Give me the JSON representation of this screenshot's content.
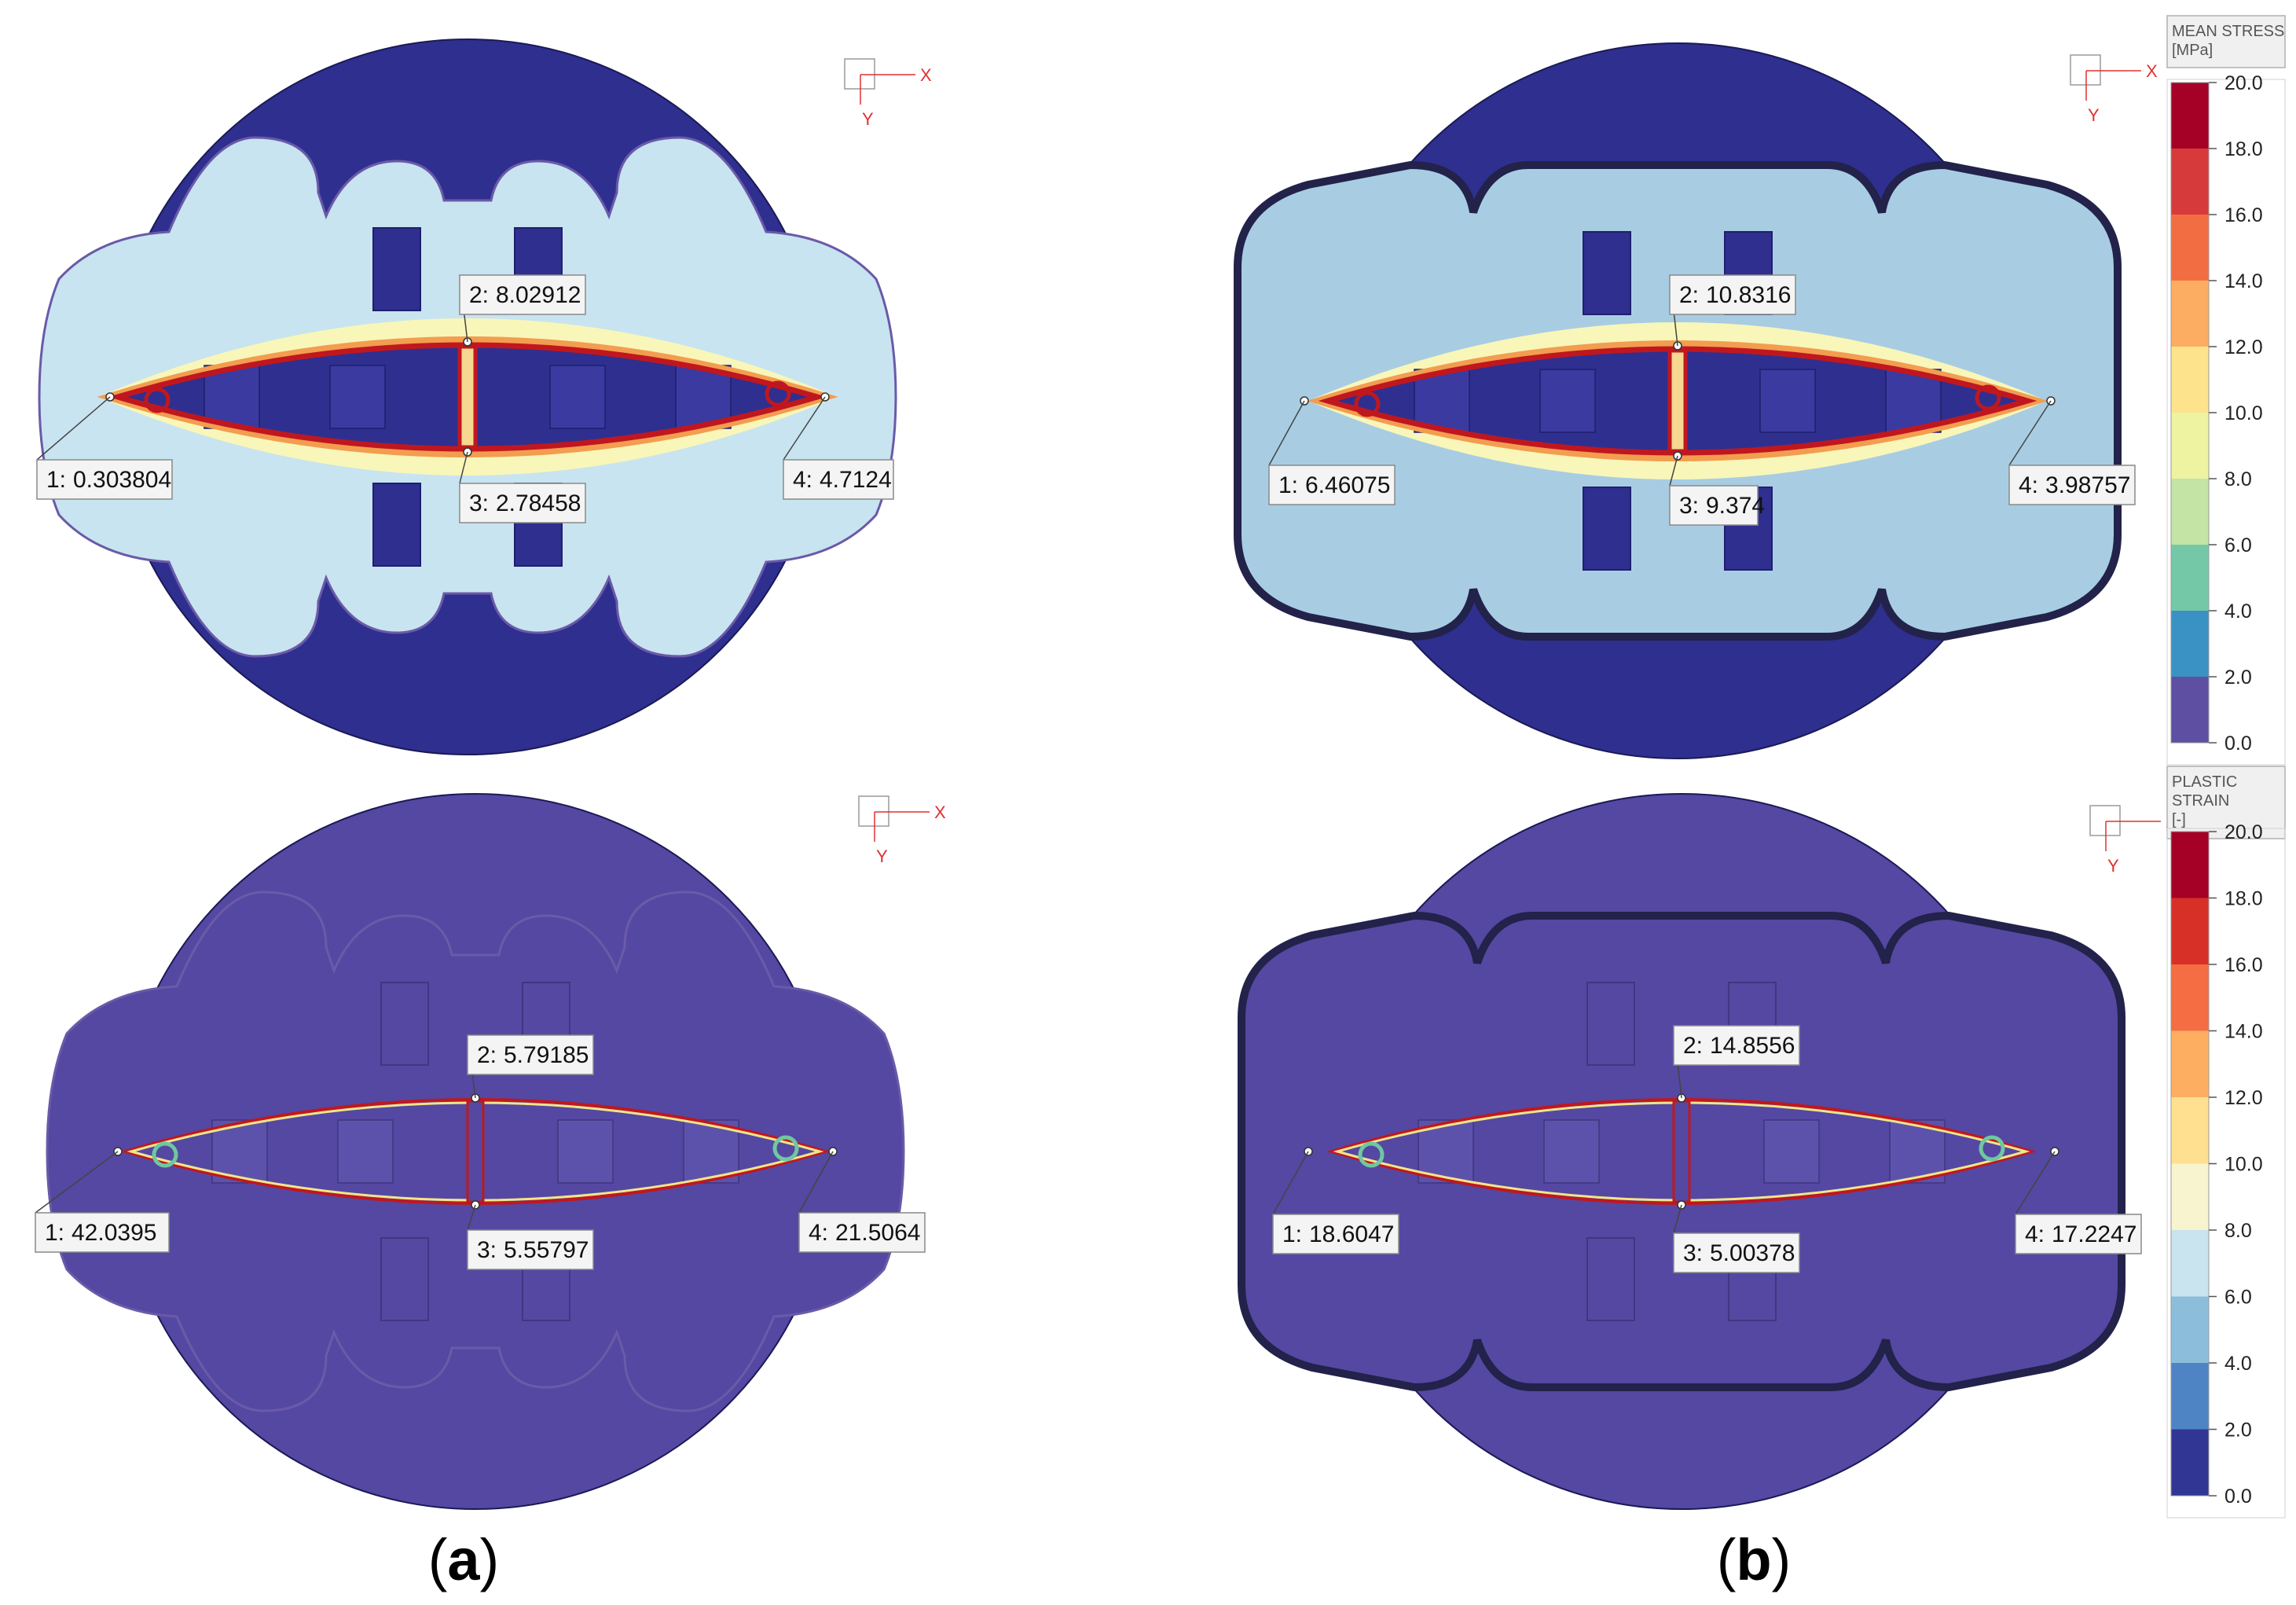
{
  "colors": {
    "stress_base": "#2f2f90",
    "strain_base": "#5448a2",
    "stress_blue": "#c8e4f0",
    "stress_blue_dark": "#a8cde3",
    "stress_yellow": "#f9f6b9",
    "red_line": "#c0171e",
    "orange_line": "#f29d50",
    "probe_bg": "#f4f4f4",
    "axis_red": "#e03030"
  },
  "icons": {
    "probe_marker": "circle-marker-icon",
    "axis_triad": "xy-axis-triad-icon"
  },
  "panels": [
    {
      "id": "a-stress",
      "field": "mean-stress",
      "probes": [
        {
          "label": "1:",
          "value": "0.303804"
        },
        {
          "label": "2:",
          "value": "8.02912"
        },
        {
          "label": "3:",
          "value": "2.78458"
        },
        {
          "label": "4:",
          "value": "4.7124"
        }
      ]
    },
    {
      "id": "b-stress",
      "field": "mean-stress",
      "probes": [
        {
          "label": "1:",
          "value": "6.46075"
        },
        {
          "label": "2:",
          "value": "10.8316"
        },
        {
          "label": "3:",
          "value": "9.374"
        },
        {
          "label": "4:",
          "value": "3.98757"
        }
      ]
    },
    {
      "id": "a-strain",
      "field": "plastic-strain",
      "probes": [
        {
          "label": "1:",
          "value": "42.0395"
        },
        {
          "label": "2:",
          "value": "5.79185"
        },
        {
          "label": "3:",
          "value": "5.55797"
        },
        {
          "label": "4:",
          "value": "21.5064"
        }
      ]
    },
    {
      "id": "b-strain",
      "field": "plastic-strain",
      "probes": [
        {
          "label": "1:",
          "value": "18.6047"
        },
        {
          "label": "2:",
          "value": "14.8556"
        },
        {
          "label": "3:",
          "value": "5.00378"
        },
        {
          "label": "4:",
          "value": "17.2247"
        }
      ]
    }
  ],
  "axes": {
    "x_label": "X",
    "y_label": "Y"
  },
  "legends": [
    {
      "title_lines": [
        "MEAN STRESS",
        "[MPa]"
      ],
      "ticks": [
        "20.0",
        "18.0",
        "16.0",
        "14.0",
        "12.0",
        "10.0",
        "8.0",
        "6.0",
        "4.0",
        "2.0",
        "0.0"
      ],
      "bands": [
        "#a50026",
        "#d73a3a",
        "#f36d43",
        "#fcad61",
        "#fde38c",
        "#eef3a2",
        "#c3e4a4",
        "#75c8a7",
        "#3a91c3",
        "#5e4fa2"
      ]
    },
    {
      "title_lines": [
        "PLASTIC",
        "STRAIN",
        "[-]"
      ],
      "ticks": [
        "20.0",
        "18.0",
        "16.0",
        "14.0",
        "12.0",
        "10.0",
        "8.0",
        "6.0",
        "4.0",
        "2.0",
        "0.0"
      ],
      "bands": [
        "#a50026",
        "#d73027",
        "#f46d43",
        "#fdae61",
        "#fee090",
        "#f7f4cf",
        "#c9e3ef",
        "#8cbedb",
        "#4f84c4",
        "#313695"
      ]
    }
  ],
  "captions": [
    {
      "open": "(",
      "letter": "a",
      "close": ")"
    },
    {
      "open": "(",
      "letter": "b",
      "close": ")"
    }
  ]
}
